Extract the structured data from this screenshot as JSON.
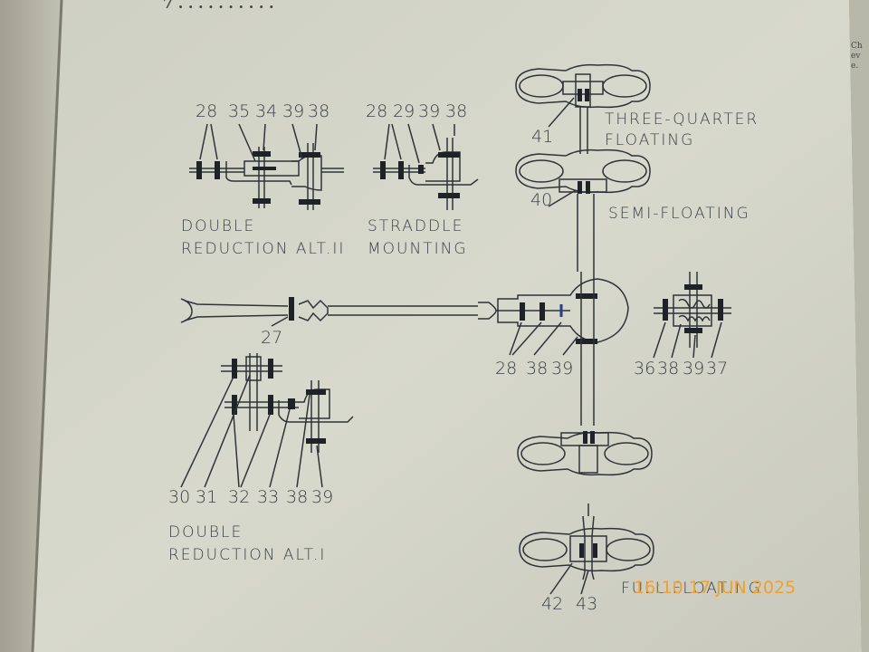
{
  "page_header_fragment": "7  . . . .        . . . . . .",
  "right_edge_text": "Cheve.",
  "timestamp": "16:10 17 JUN 2025",
  "diagrams": {
    "double_reduction_alt2": {
      "caption_line1": "DOUBLE",
      "caption_line2": "REDUCTION ALT.II",
      "numbers": [
        "28",
        "35",
        "34",
        "39",
        "38"
      ]
    },
    "straddle_mounting": {
      "caption_line1": "STRADDLE",
      "caption_line2": "MOUNTING",
      "numbers": [
        "28",
        "29",
        "39",
        "38"
      ]
    },
    "three_quarter_floating": {
      "caption_line1": "THREE-QUARTER",
      "caption_line2": "FLOATING",
      "number": "41"
    },
    "semi_floating": {
      "caption": "SEMI-FLOATING",
      "number": "40"
    },
    "propeller_shaft": {
      "number": "27"
    },
    "axle_center": {
      "numbers": [
        "28",
        "38",
        "39"
      ]
    },
    "worm_drive": {
      "numbers": [
        "36",
        "38",
        "39",
        "37"
      ]
    },
    "double_reduction_alt1": {
      "caption_line1": "DOUBLE",
      "caption_line2": "REDUCTION ALT.I",
      "numbers": [
        "30",
        "31",
        "32",
        "33",
        "38",
        "39"
      ]
    },
    "full_floating": {
      "caption": "FULL FLOATING",
      "numbers": [
        "42",
        "43"
      ]
    }
  }
}
